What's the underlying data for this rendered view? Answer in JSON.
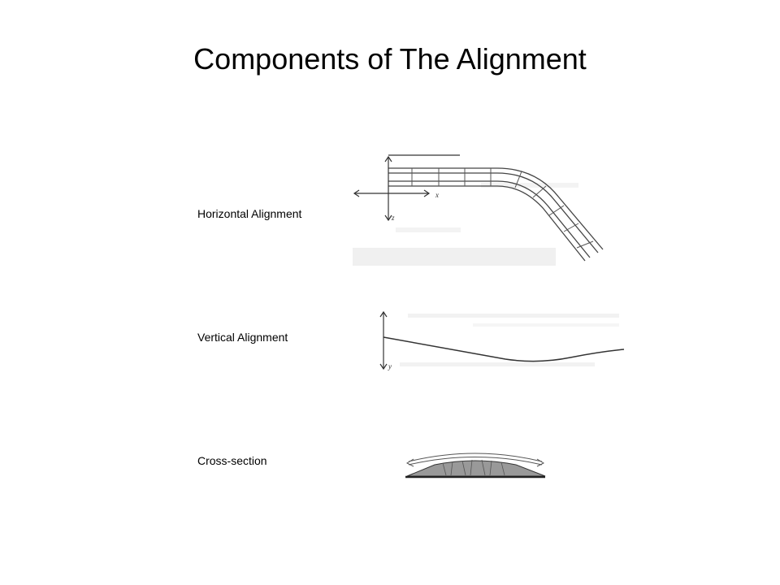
{
  "slide": {
    "title": "Components of The Alignment"
  },
  "components": [
    {
      "label": "Horizontal Alignment",
      "axis_labels": [
        "x",
        "z"
      ]
    },
    {
      "label": "Vertical Alignment",
      "axis_labels": [
        "y"
      ]
    },
    {
      "label": "Cross-section"
    }
  ]
}
